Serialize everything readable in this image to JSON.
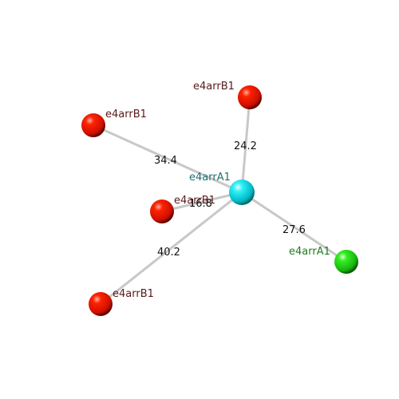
{
  "colors": {
    "background": "#ffffff",
    "bond": "#c8c8c8",
    "atom_a": "#00e5ee",
    "atom_b": "#ee1100",
    "atom_c": "#22dd22",
    "label_a": "#1f6f6f",
    "label_b": "#5a1a1a",
    "label_c": "#1f7a1f",
    "distance_text": "#111111"
  },
  "atoms": {
    "center": {
      "label": "e4arrA1",
      "color_key": "atom_a"
    },
    "top": {
      "label": "e4arrB1",
      "color_key": "atom_b"
    },
    "upper_left": {
      "label": "e4arrB1",
      "color_key": "atom_b"
    },
    "middle_left": {
      "label": "e4arrB1",
      "color_key": "atom_b"
    },
    "lower_left": {
      "label": "e4arrB1",
      "color_key": "atom_b"
    },
    "right": {
      "label": "e4arrA1",
      "color_key": "atom_c"
    }
  },
  "distances": {
    "center_top": "24.2",
    "center_upper_left": "34.4",
    "center_middle_left": "16.8",
    "center_lower_left": "40.2",
    "center_right": "27.6"
  }
}
